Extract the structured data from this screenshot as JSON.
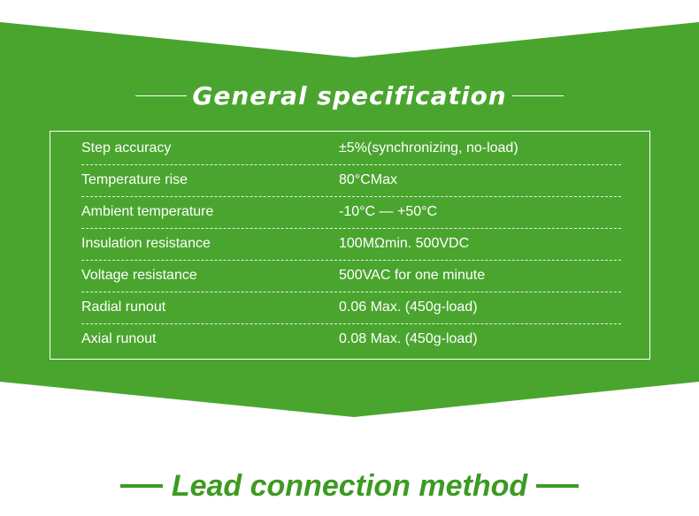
{
  "colors": {
    "brand_green": "#4aa52e",
    "lead_green": "#3d9a22",
    "text_white": "#ffffff"
  },
  "spec_section": {
    "title": "General specification",
    "rows": [
      {
        "label": "Step accuracy",
        "value": "±5%(synchronizing, no-load)"
      },
      {
        "label": "Temperature rise",
        "value": "80°CMax"
      },
      {
        "label": "Ambient temperature",
        "value": "-10°C — +50°C"
      },
      {
        "label": "Insulation resistance",
        "value": "100MΩmin. 500VDC"
      },
      {
        "label": "Voltage resistance",
        "value": "500VAC for one minute"
      },
      {
        "label": "Radial runout",
        "value": "0.06 Max. (450g-load)"
      },
      {
        "label": "Axial runout",
        "value": "0.08 Max. (450g-load)"
      }
    ]
  },
  "lead_section": {
    "title": "Lead connection method"
  }
}
